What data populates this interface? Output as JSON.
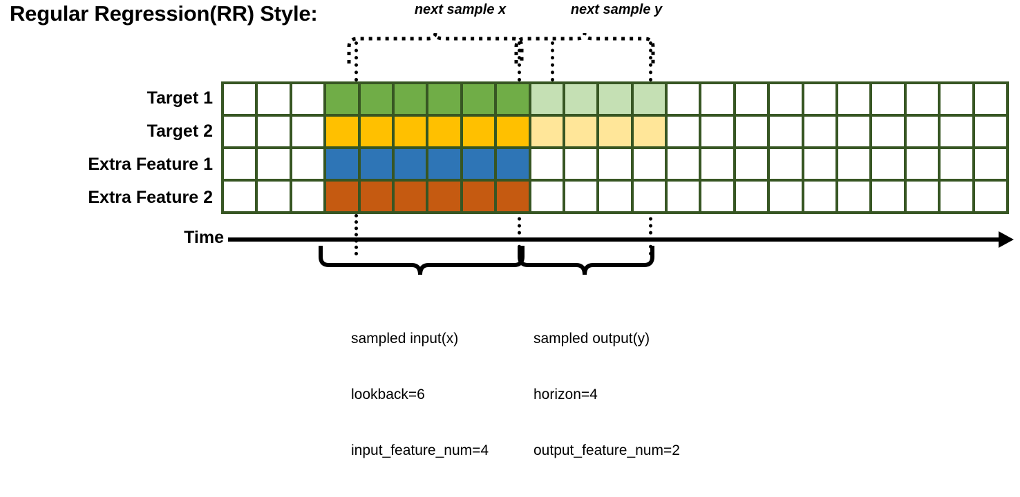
{
  "page_title": "Regular Regression(RR) Style:",
  "time_axis_label": "Time",
  "top_labels": {
    "next_sample_x": "next sample x",
    "next_sample_y": "next sample y"
  },
  "row_labels": [
    "Target 1",
    "Target 2",
    "Extra Feature 1",
    "Extra Feature 2"
  ],
  "annotations": {
    "input": {
      "title": "sampled input(x)",
      "line2": "lookback=6",
      "line3": "input_feature_num=4"
    },
    "output": {
      "title": "sampled output(y)",
      "line2": "horizon=4",
      "line3": "output_feature_num=2"
    }
  },
  "colors": {
    "grid_border": "#375623",
    "target1": "#70ad47",
    "target2": "#ffc000",
    "extra_feature1": "#2e75b6",
    "extra_feature2": "#c55a11",
    "target1_faded": "#c5e0b4",
    "target2_faded": "#ffe699",
    "empty": "#ffffff",
    "axis": "#000000"
  },
  "grid": {
    "columns": 23,
    "rows": 4,
    "input_start_col": 4,
    "input_end_col": 9,
    "output_start_col": 10,
    "output_end_col": 13,
    "lookback": 6,
    "horizon": 4,
    "input_feature_num": 4,
    "output_feature_num": 2,
    "cells": [
      [
        "empty",
        "empty",
        "empty",
        "target1",
        "target1",
        "target1",
        "target1",
        "target1",
        "target1",
        "target1_faded",
        "target1_faded",
        "target1_faded",
        "target1_faded",
        "empty",
        "empty",
        "empty",
        "empty",
        "empty",
        "empty",
        "empty",
        "empty",
        "empty",
        "empty"
      ],
      [
        "empty",
        "empty",
        "empty",
        "target2",
        "target2",
        "target2",
        "target2",
        "target2",
        "target2",
        "target2_faded",
        "target2_faded",
        "target2_faded",
        "target2_faded",
        "empty",
        "empty",
        "empty",
        "empty",
        "empty",
        "empty",
        "empty",
        "empty",
        "empty",
        "empty"
      ],
      [
        "empty",
        "empty",
        "empty",
        "extra_feature1",
        "extra_feature1",
        "extra_feature1",
        "extra_feature1",
        "extra_feature1",
        "extra_feature1",
        "empty",
        "empty",
        "empty",
        "empty",
        "empty",
        "empty",
        "empty",
        "empty",
        "empty",
        "empty",
        "empty",
        "empty",
        "empty",
        "empty"
      ],
      [
        "empty",
        "empty",
        "empty",
        "extra_feature2",
        "extra_feature2",
        "extra_feature2",
        "extra_feature2",
        "extra_feature2",
        "extra_feature2",
        "empty",
        "empty",
        "empty",
        "empty",
        "empty",
        "empty",
        "empty",
        "empty",
        "empty",
        "empty",
        "empty",
        "empty",
        "empty",
        "empty"
      ]
    ]
  }
}
